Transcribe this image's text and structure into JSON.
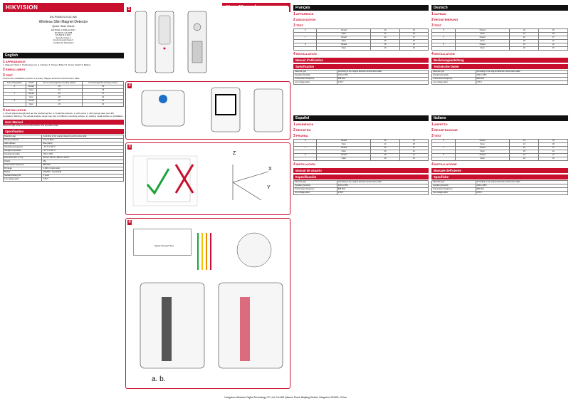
{
  "brand": {
    "logo_text": "HIKVISION",
    "color": "#c8102e"
  },
  "cover": {
    "model": "DS-PDMCS-EG2-WE",
    "title": "Wireless Slim Magnet Detector",
    "guide": "Quick Start Guide",
    "standards": [
      "EN 50131-1:2006+A2:2017",
      "EN 50131-2-6:2008",
      "EN 50131-6:2017",
      "Security Grade 2",
      "Environmental Class II",
      "Certified by Telefication"
    ]
  },
  "user_manual_label": "User Manual",
  "sections": [
    {
      "lang": "English",
      "items": [
        {
          "n": "1",
          "h": "APPEARANCE",
          "t": "1. Magnetic Stick 2. Positioning Line 3. Indicator 4. Tamper Button 5. Power Switch 6. Battery"
        },
        {
          "n": "2",
          "h": "ENROLLMENT",
          "t": ""
        },
        {
          "n": "3",
          "h": "TEST",
          "t": "Check if the installation position is properly. Magnet Detection Performance Table"
        }
      ],
      "table_head": [
        "Axis of Separation",
        "Grade",
        "On non-ferromagnetic mounting surface",
        "On ferromagnetic mounting surface"
      ],
      "install_h": "INSTALLATION",
      "install_t": "1. Check signal strength and get the positioning line. 2. Install the detector. a. with screw b. with sponge tape (non EN compliant). Warning: The actual wireless range may vary on different mounting surface, try existing metal surface on installation.",
      "manual_h": "User Manual",
      "manual_t": "Scan the QR code for more information and operation help.",
      "spec_h": "Specification",
      "spec": [
        [
          "Detection gap",
          "According to the magnet detection performance table"
        ],
        [
          "Tamper protection",
          "Front & Back"
        ],
        [
          "LED indicator",
          "Blue (Alert)"
        ],
        [
          "Operating temperature",
          "-10 °C to 55 °C"
        ],
        [
          "Storage temperature",
          "-20 °C to 60 °C"
        ],
        [
          "Operating humidity",
          "10% to 95%"
        ],
        [
          "Dimension (W x H x D)",
          "Sensor: 26mm x 89mm x 14mm"
        ],
        [
          "Weight",
          "36g"
        ],
        [
          "Transmission frequency",
          "868 MHz"
        ],
        [
          "RF range",
          "1,200 m (open area)"
        ],
        [
          "Battery",
          "CR2450 x 1 (included)"
        ],
        [
          "Standard battery life",
          "5 years"
        ],
        [
          "Low voltage alarm",
          "2.65 V"
        ]
      ]
    }
  ],
  "lang_blocks": [
    {
      "lang": "Français",
      "items": [
        "APPARENCE",
        "ASSOCIATION",
        "TEST",
        "INSTALLATION"
      ],
      "manual": "Manuel d'utilisation",
      "spec": "Spécification"
    },
    {
      "lang": "Español",
      "items": [
        "APARIENCIA",
        "REGISTRO",
        "PRUEBA",
        "INSTALACIÓN"
      ],
      "manual": "Manual de usuario",
      "spec": "Especificación"
    },
    {
      "lang": "Deutsch",
      "items": [
        "AUFBAU",
        "REGISTRIERUNG",
        "TEST",
        "INSTALLATION"
      ],
      "manual": "Bedienungsanleitung",
      "spec": "Technische Daten"
    },
    {
      "lang": "Italiano",
      "items": [
        "ASPETTO",
        "REGISTRAZIONE",
        "TEST",
        "INSTALLAZIONE"
      ],
      "manual": "Manuale dell'utente",
      "spec": "Specifiche"
    }
  ],
  "test_rows": [
    [
      "X",
      "Closed",
      "19",
      "15"
    ],
    [
      "",
      "Open",
      "24",
      "18"
    ],
    [
      "Y",
      "Closed",
      "22",
      "17"
    ],
    [
      "",
      "Open",
      "29",
      "22"
    ],
    [
      "Z",
      "Closed",
      "15",
      "12"
    ],
    [
      "",
      "Open",
      "20",
      "16"
    ]
  ],
  "figure_labels": {
    "axes": [
      "Z",
      "X",
      "Y"
    ],
    "ab": "a.   b.",
    "signal": "Signal Strength Test"
  },
  "footer": "Hangzhou Hikvision Digital Technology CO.,Ltd. No.555 Qianmo Road, Binjiang District, Hangzhou 310051, China"
}
